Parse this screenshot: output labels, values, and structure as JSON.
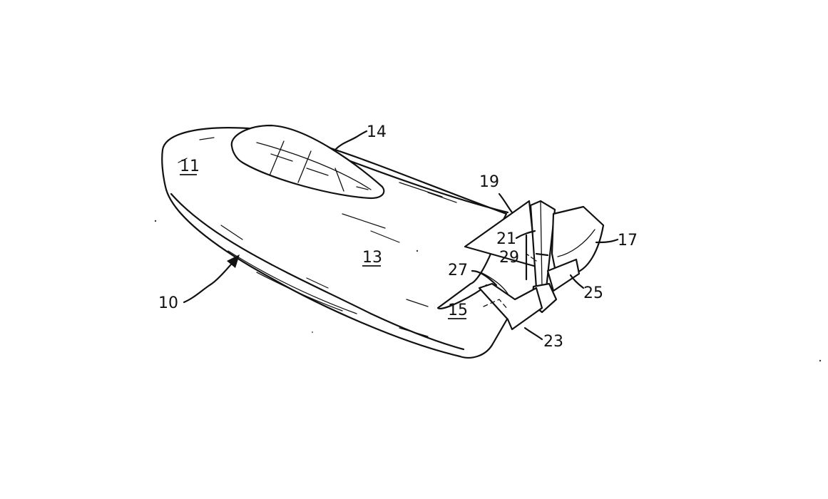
{
  "figure": {
    "reference_numerals": [
      {
        "id": "n10",
        "text": "10",
        "underlined": false
      },
      {
        "id": "n11",
        "text": "11",
        "underlined": true
      },
      {
        "id": "n13",
        "text": "13",
        "underlined": true
      },
      {
        "id": "n14",
        "text": "14",
        "underlined": false
      },
      {
        "id": "n15",
        "text": "15",
        "underlined": true
      },
      {
        "id": "n17",
        "text": "17",
        "underlined": false
      },
      {
        "id": "n19",
        "text": "19",
        "underlined": false
      },
      {
        "id": "n21",
        "text": "21",
        "underlined": false
      },
      {
        "id": "n23",
        "text": "23",
        "underlined": false
      },
      {
        "id": "n25",
        "text": "25",
        "underlined": false
      },
      {
        "id": "n27",
        "text": "27",
        "underlined": false
      },
      {
        "id": "n29",
        "text": "29",
        "underlined": false
      }
    ]
  }
}
